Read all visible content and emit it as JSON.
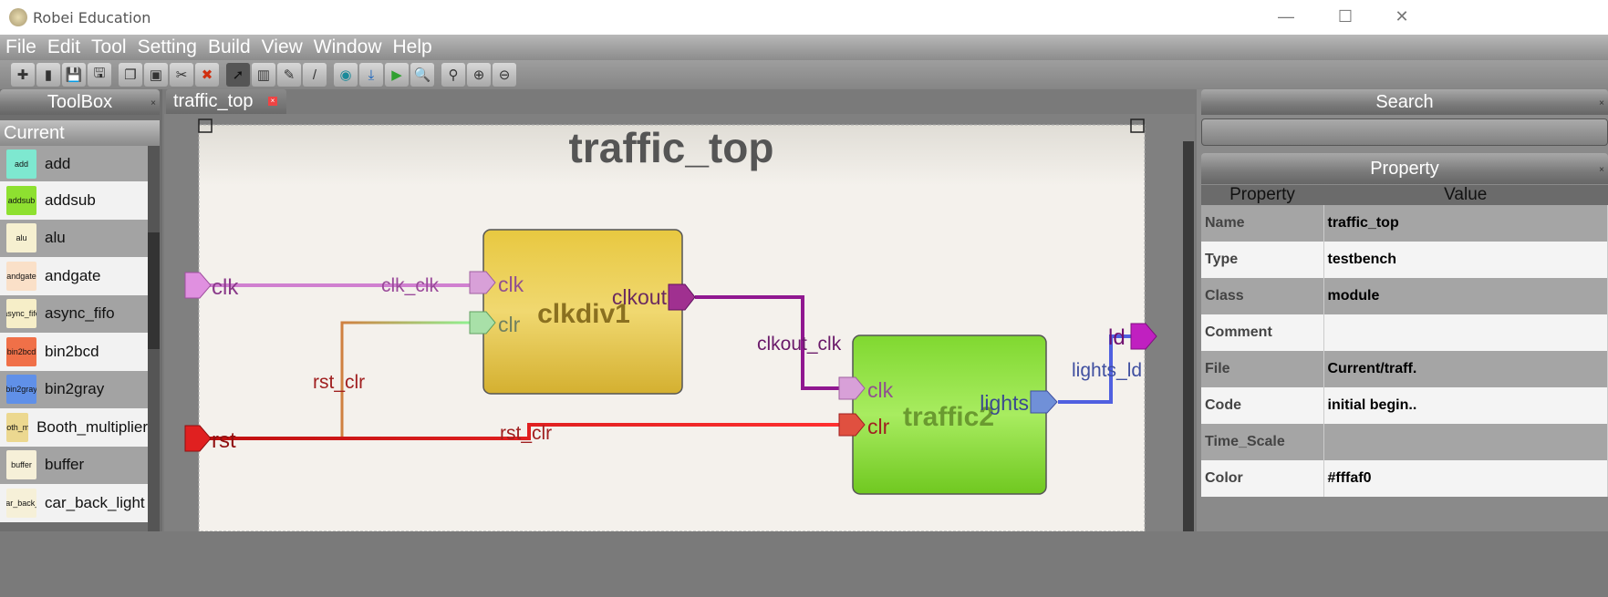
{
  "window": {
    "title": "Robei  Education",
    "min": "—",
    "max": "☐",
    "close": "✕"
  },
  "menu": [
    "File",
    "Edit",
    "Tool",
    "Setting",
    "Build",
    "View",
    "Window",
    "Help"
  ],
  "toolbar": [
    {
      "icon": "new-icon",
      "g": "✚"
    },
    {
      "icon": "open-icon",
      "g": "▮"
    },
    {
      "icon": "save-icon",
      "g": "💾"
    },
    {
      "icon": "save-as-icon",
      "g": "🖫"
    },
    {
      "icon": "copy-icon",
      "g": "❐"
    },
    {
      "icon": "paste-icon",
      "g": "▣"
    },
    {
      "icon": "cut-icon",
      "g": "✂"
    },
    {
      "icon": "delete-icon",
      "g": "✖"
    },
    {
      "icon": "select-icon",
      "g": "➚"
    },
    {
      "icon": "chip-icon",
      "g": "▥"
    },
    {
      "icon": "port-icon",
      "g": "✎"
    },
    {
      "icon": "wire-icon",
      "g": "/"
    },
    {
      "icon": "refresh-icon",
      "g": "◉"
    },
    {
      "icon": "download-icon",
      "g": "⤓"
    },
    {
      "icon": "simulate-icon",
      "g": "▶"
    },
    {
      "icon": "waveform-icon",
      "g": "🔍"
    },
    {
      "icon": "zoom-icon",
      "g": "⚲"
    },
    {
      "icon": "zoom-in-icon",
      "g": "⊕"
    },
    {
      "icon": "zoom-out-icon",
      "g": "⊖"
    }
  ],
  "toolbox": {
    "title": "ToolBox",
    "section": "Current",
    "items": [
      {
        "name": "add",
        "thumb": "add",
        "color": "#7ee8d0"
      },
      {
        "name": "addsub",
        "thumb": "addsub",
        "color": "#8ee030"
      },
      {
        "name": "alu",
        "thumb": "alu",
        "color": "#f6f0d0"
      },
      {
        "name": "andgate",
        "thumb": "andgate",
        "color": "#fae0c8"
      },
      {
        "name": "async_fifo",
        "thumb": "async_fifo",
        "color": "#f6eec8"
      },
      {
        "name": "bin2bcd",
        "thumb": "bin2bcd",
        "color": "#f07048"
      },
      {
        "name": "bin2gray",
        "thumb": "bin2gray",
        "color": "#6090e8"
      },
      {
        "name": "Booth_multiplier",
        "thumb": "Booth_mult",
        "color": "#ecd890"
      },
      {
        "name": "buffer",
        "thumb": "buffer",
        "color": "#f6f0d8"
      },
      {
        "name": "car_back_light",
        "thumb": "car_back_l",
        "color": "#f6f0d8"
      }
    ]
  },
  "tab": {
    "label": "traffic_top"
  },
  "diagram": {
    "title": "traffic_top",
    "ports": {
      "clk": "clk",
      "rst": "rst",
      "ld": "ld"
    },
    "blocks": [
      {
        "name": "clkdiv1",
        "ports": [
          "clk",
          "clr",
          "clkout"
        ]
      },
      {
        "name": "traffic2",
        "ports": [
          "clk",
          "clr",
          "lights"
        ]
      }
    ],
    "wires": {
      "clk_clk": "clk_clk",
      "rst_clr": "rst_clr",
      "clkout_clk": "clkout_clk",
      "lights_ld": "lights_ld"
    }
  },
  "search": {
    "title": "Search",
    "value": ""
  },
  "property": {
    "title": "Property",
    "headers": [
      "Property",
      "Value"
    ],
    "rows": [
      [
        "Name",
        "traffic_top"
      ],
      [
        "Type",
        "testbench"
      ],
      [
        "Class",
        "module"
      ],
      [
        "Comment",
        ""
      ],
      [
        "File",
        "Current/traff."
      ],
      [
        "Code",
        "initial begin.."
      ],
      [
        "Time_Scale",
        ""
      ],
      [
        "Color",
        "#fffaf0"
      ]
    ]
  }
}
